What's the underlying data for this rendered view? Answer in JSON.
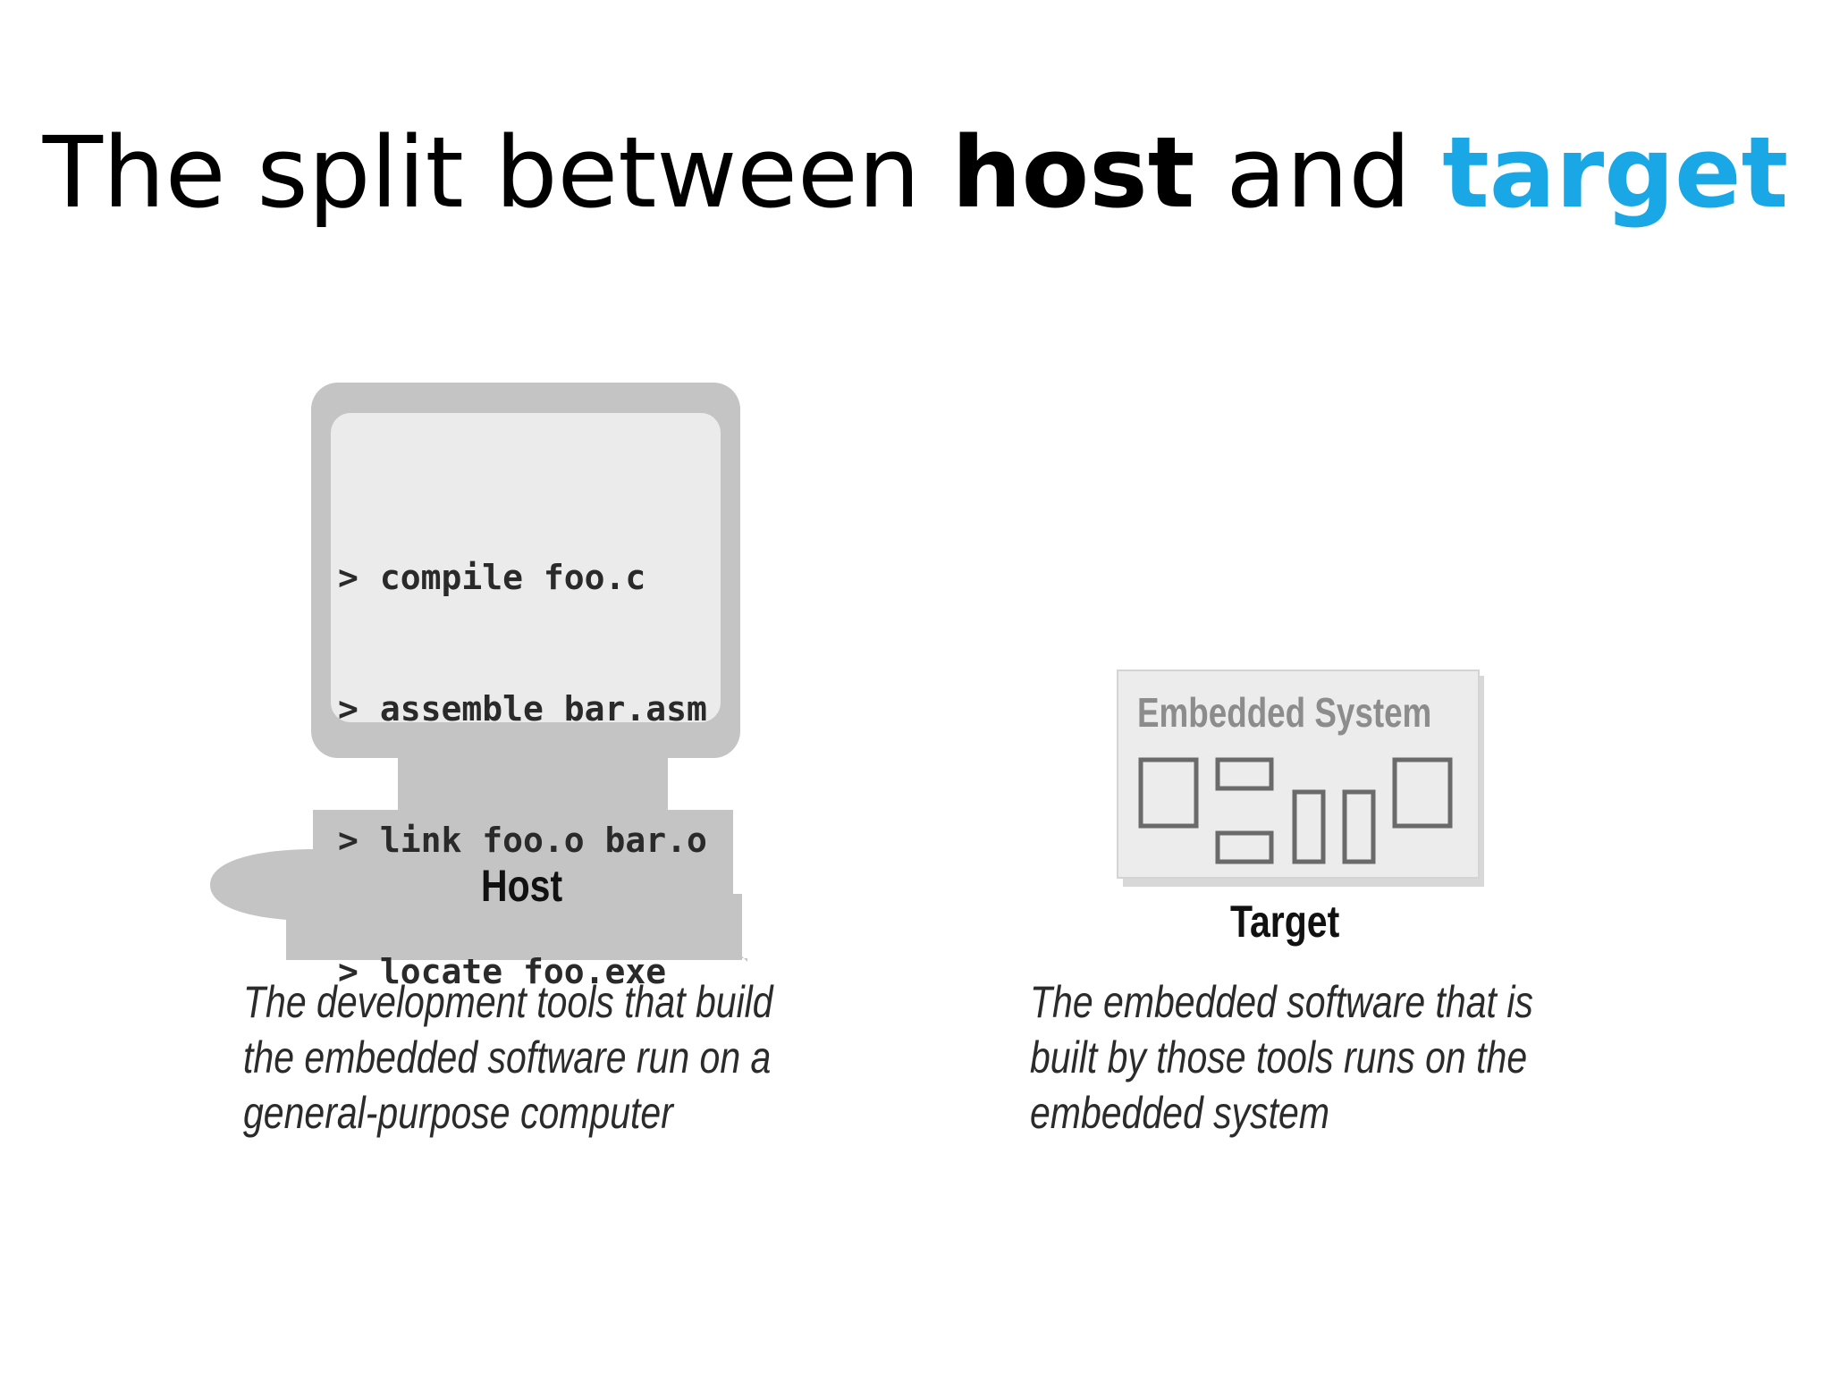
{
  "slide": {
    "title_part1": "The split between ",
    "title_bold": "host",
    "title_part2": " and ",
    "title_accent": "target",
    "accent_color": "#1aa7e6"
  },
  "host": {
    "terminal_lines": [
      {
        "prompt": ">",
        "command": "compile foo.c"
      },
      {
        "prompt": ">",
        "command": "assemble bar.asm"
      },
      {
        "prompt": ">",
        "command": "link foo.o bar.o"
      },
      {
        "prompt": ">",
        "command": "locate foo.exe"
      }
    ],
    "label": "Host",
    "caption_lines": [
      "The development tools that build",
      "the embedded software run on a",
      "general-purpose computer"
    ]
  },
  "target": {
    "board_label": "Embedded System",
    "label": "Target",
    "caption_lines": [
      "The embedded software that is",
      "built by those tools runs on the",
      "embedded system"
    ]
  },
  "colors": {
    "device_gray": "#c4c4c4",
    "screen_light": "#ebebeb",
    "board_fill": "#ececec",
    "chip_stroke": "#6a6a6a"
  }
}
